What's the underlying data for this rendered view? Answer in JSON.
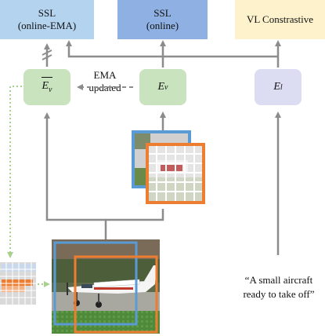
{
  "heads": {
    "ssl_ema": {
      "line1": "SSL",
      "line2": "(online-EMA)"
    },
    "ssl_online": {
      "line1": "SSL",
      "line2": "(online)"
    },
    "vl": {
      "label": "VL Constrastive"
    }
  },
  "encoders": {
    "ema": {
      "base": "E",
      "sub": "v"
    },
    "online": {
      "base": "E",
      "sub": "v"
    },
    "text": {
      "base": "E",
      "sub": "l"
    }
  },
  "ema_update": {
    "line1": "EMA",
    "line2": "updated"
  },
  "caption": {
    "line1": "“A small aircraft",
    "line2": "ready to take off”"
  },
  "colors": {
    "ssl_ema_box": "#b4d3ef",
    "ssl_online_box": "#8fb0e2",
    "vl_box": "#fdf2cc",
    "visual_encoder": "#c8e3bd",
    "text_encoder": "#dcdcf2",
    "view_blue": "#5b9bd5",
    "view_orange": "#ed7d31",
    "arrow": "#8c8c8c",
    "dotted_arrow": "#a9d18e"
  },
  "icons": [
    "aircraft-photo",
    "masked-patch-grid",
    "blocked-gradient-icon"
  ]
}
